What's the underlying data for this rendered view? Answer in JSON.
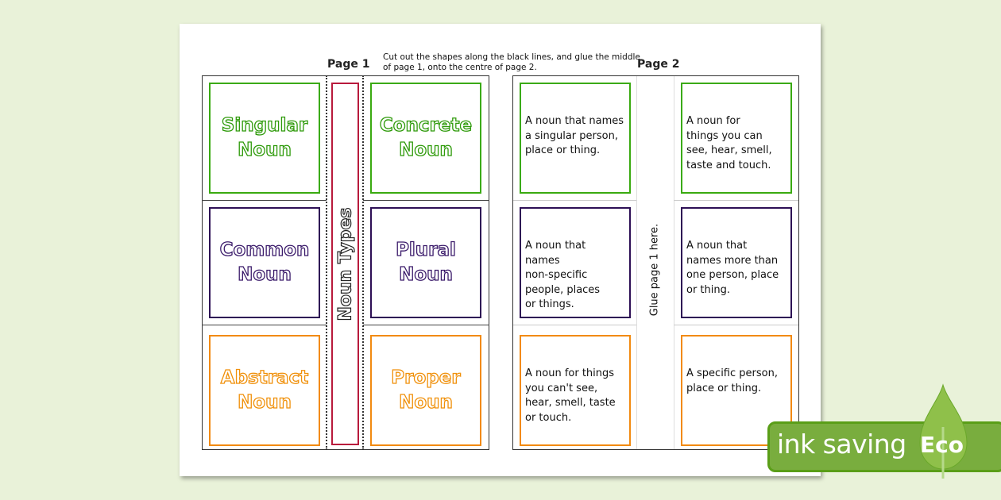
{
  "page1": {
    "title": "Page 1",
    "cards": [
      {
        "label": "Singular Noun",
        "line1": "Singular",
        "line2": "Noun",
        "color": "#3aaa10"
      },
      {
        "label": "Concrete Noun",
        "line1": "Concrete",
        "line2": "Noun",
        "color": "#3aaa10"
      },
      {
        "label": "Common Noun",
        "line1": "Common",
        "line2": "Noun",
        "color": "#2d0f55"
      },
      {
        "label": "Plural Noun",
        "line1": "Plural",
        "line2": "Noun",
        "color": "#2d0f55"
      },
      {
        "label": "Abstract Noun",
        "line1": "Abstract",
        "line2": "Noun",
        "color": "#f28a10"
      },
      {
        "label": "Proper Noun",
        "line1": "Proper",
        "line2": "Noun",
        "color": "#f28a10"
      }
    ],
    "strip_label": "Noun Types"
  },
  "instructions": [
    "Cut out the shapes along the black lines, and glue the middle",
    "of page 1, onto the centre of page 2."
  ],
  "page2": {
    "title": "Page 2",
    "glue_label": "Glue page 1 here.",
    "definitions": [
      [
        "A noun that names",
        "a singular person,",
        "place or thing."
      ],
      [
        "A noun for",
        "things you can",
        "see, hear, smell,",
        "taste and touch."
      ],
      [
        "A noun that",
        "names",
        "non-specific",
        "people, places",
        "or things."
      ],
      [
        "A noun that",
        "names more than",
        "one person, place",
        "or thing."
      ],
      [
        "A noun for things",
        "you can't see,",
        "hear, smell, taste",
        "or touch."
      ],
      [
        "A specific person,",
        "place or thing."
      ]
    ]
  },
  "badge": {
    "text": "ink saving",
    "eco": "Eco"
  }
}
